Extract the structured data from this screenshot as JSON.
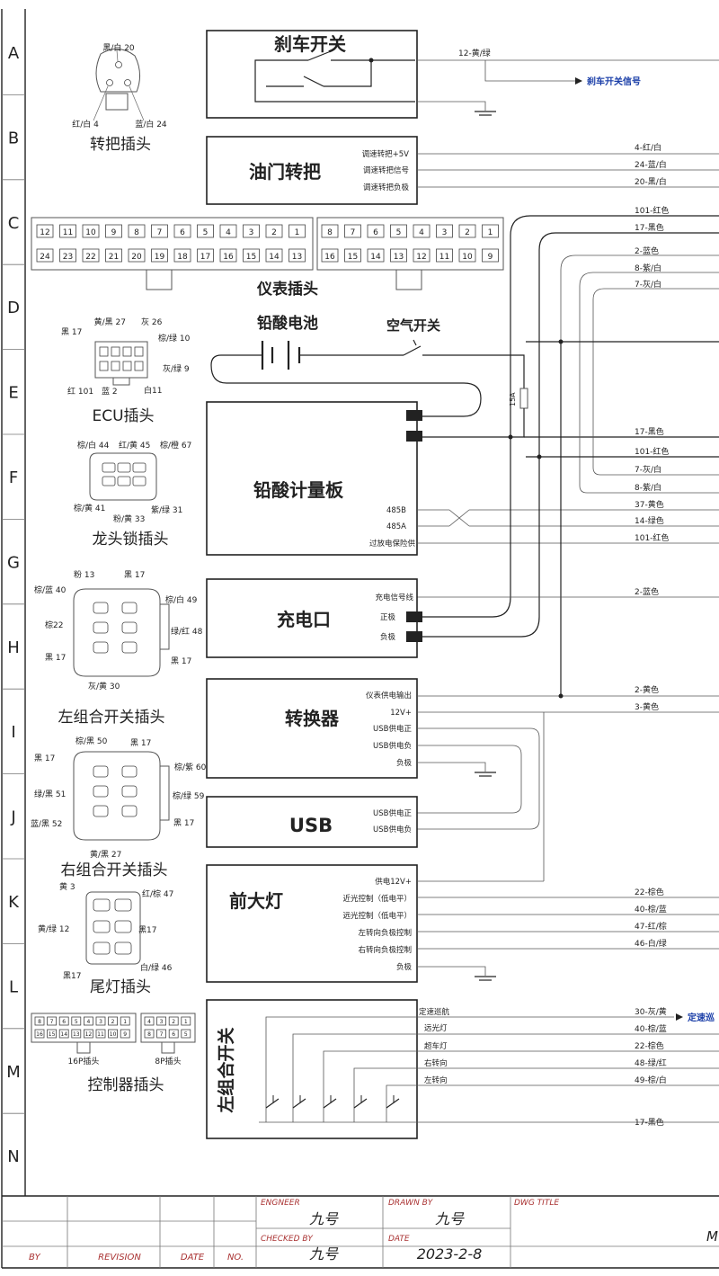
{
  "rows": [
    "A",
    "B",
    "C",
    "D",
    "E",
    "F",
    "G",
    "H",
    "I",
    "J",
    "K",
    "L",
    "M",
    "N"
  ],
  "boxes": {
    "brake": {
      "title": "刹车开关"
    },
    "throttle": {
      "title": "油门转把",
      "pins": [
        "调速转把+5V",
        "调速转把信号",
        "调速转把负极"
      ]
    },
    "meter_plug_title": "仪表插头",
    "battery_label": "铅酸电池",
    "breaker_label": "空气开关",
    "fuse_label": "15A",
    "meter_board": {
      "title": "铅酸计量板",
      "pins": [
        "485B",
        "485A",
        "过放电保险供"
      ]
    },
    "charge_port": {
      "title": "充电口",
      "pins": [
        "充电信号线",
        "正极",
        "负极"
      ]
    },
    "converter": {
      "title": "转换器",
      "pins": [
        "仪表供电输出",
        "12V+",
        "USB供电正",
        "USB供电负",
        "负极"
      ]
    },
    "usb": {
      "title": "USB",
      "pins": [
        "USB供电正",
        "USB供电负"
      ]
    },
    "headlight": {
      "title": "前大灯",
      "pins": [
        "供电12V+",
        "近光控制（低电平）",
        "远光控制（低电平）",
        "左转向负极控制",
        "右转向负极控制",
        "负极"
      ]
    },
    "left_switch": {
      "title": "左组合开关",
      "pins": [
        "定速巡航",
        "远光灯",
        "超车灯",
        "右转向",
        "左转向"
      ]
    }
  },
  "wires": {
    "brake": [
      "12-黄/绿"
    ],
    "brake_signal": "刹车开关信号",
    "throttle": [
      "4-红/白",
      "24-蓝/白",
      "20-黑/白"
    ],
    "top_bus": [
      "101-红色",
      "17-黑色",
      "2-蓝色",
      "8-紫/白",
      "7-灰/白"
    ],
    "meter_board": [
      "17-黑色",
      "101-红色",
      "7-灰/白",
      "8-紫/白",
      "37-黄色",
      "14-绿色",
      "101-红色"
    ],
    "charge": [
      "2-蓝色"
    ],
    "converter": [
      "2-黄色",
      "3-黄色"
    ],
    "headlight": [
      "22-棕色",
      "40-棕/蓝",
      "47-红/棕",
      "46-白/绿"
    ],
    "left_switch": [
      "30-灰/黄",
      "40-棕/蓝",
      "22-棕色",
      "48-绿/红",
      "49-棕/白",
      "17-黑色"
    ],
    "cruise_signal": "定速巡"
  },
  "meter_plug": {
    "left_top": [
      "12",
      "11",
      "10",
      "9",
      "8",
      "7",
      "6",
      "5",
      "4",
      "3",
      "2",
      "1"
    ],
    "left_bottom": [
      "24",
      "23",
      "22",
      "21",
      "20",
      "19",
      "18",
      "17",
      "16",
      "15",
      "14",
      "13"
    ],
    "right_top": [
      "8",
      "7",
      "6",
      "5",
      "4",
      "3",
      "2",
      "1"
    ],
    "right_bottom": [
      "16",
      "15",
      "14",
      "13",
      "12",
      "11",
      "10",
      "9"
    ]
  },
  "connectors": {
    "handle": {
      "title": "转把插头",
      "labels": [
        "黑/白 20",
        "红/白 4",
        "蓝/白 24"
      ]
    },
    "ecu": {
      "title": "ECU插头",
      "labels": [
        "黄/黑 27",
        "灰 26",
        "黑 17",
        "棕/绿 10",
        "灰/绿 9",
        "红 101",
        "蓝 2",
        "白11"
      ]
    },
    "lock": {
      "title": "龙头锁插头",
      "labels": [
        "棕/白 44",
        "红/黄 45",
        "棕/橙 67",
        "棕/黄 41",
        "粉/黄 33",
        "紫/绿 31"
      ]
    },
    "left_combo": {
      "title": "左组合开关插头",
      "labels": [
        "粉 13",
        "黑 17",
        "棕/蓝 40",
        "棕/白 49",
        "棕22",
        "绿/红 48",
        "黑 17",
        "黑 17",
        "灰/黄 30"
      ]
    },
    "right_combo": {
      "title": "右组合开关插头",
      "labels": [
        "棕/黑 50",
        "黑 17",
        "黑 17",
        "棕/紫 60",
        "绿/黑 51",
        "棕/绿 59",
        "蓝/黑 52",
        "黑 17",
        "黄/黑 27"
      ]
    },
    "tail": {
      "title": "尾灯插头",
      "labels": [
        "黄 3",
        "红/棕 47",
        "黄/绿 12",
        "黑17",
        "黑17",
        "白/绿 46"
      ]
    },
    "controller": {
      "title": "控制器插头",
      "p16": "16P插头",
      "p8": "8P插头",
      "p16_top": [
        "8",
        "7",
        "6",
        "5",
        "4",
        "3",
        "2",
        "1"
      ],
      "p16_bottom": [
        "16",
        "15",
        "14",
        "13",
        "12",
        "11",
        "10",
        "9"
      ],
      "p8_top": [
        "4",
        "3",
        "2",
        "1"
      ],
      "p8_bottom": [
        "8",
        "7",
        "6",
        "5"
      ]
    }
  },
  "title_block": {
    "engineer_label": "ENGNEER",
    "engineer": "九号",
    "drawn_label": "DRAWN BY",
    "drawn": "九号",
    "dwg_label": "DWG TITLE",
    "dwg_value": "M",
    "checked_label": "CHECKED BY",
    "checked": "九号",
    "date_label": "DATE",
    "date": "2023-2-8",
    "by": "BY",
    "revision": "REVISION",
    "date2": "DATE",
    "no": "NO."
  }
}
